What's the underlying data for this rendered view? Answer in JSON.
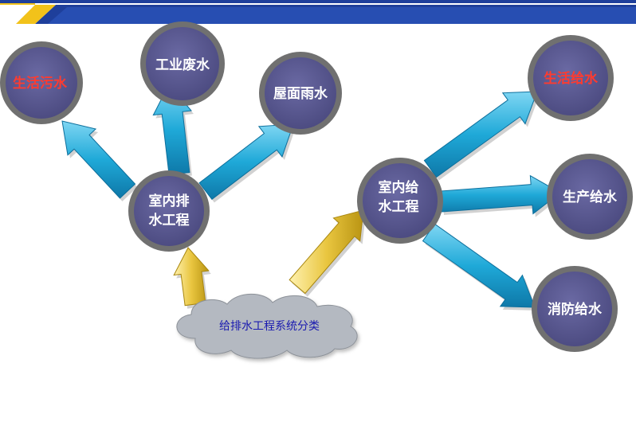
{
  "diagram": {
    "root": {
      "label": "给排水工程系统分类"
    },
    "drainage": {
      "label_lines": [
        "室内排",
        "水工程"
      ],
      "children": [
        {
          "label": "生活污水",
          "highlight": true
        },
        {
          "label": "工业废水",
          "highlight": false
        },
        {
          "label": "屋面雨水",
          "highlight": false
        }
      ]
    },
    "supply": {
      "label_lines": [
        "室内给",
        "水工程"
      ],
      "children": [
        {
          "label": "生活给水",
          "highlight": true
        },
        {
          "label": "生产给水",
          "highlight": false
        },
        {
          "label": "消防给水",
          "highlight": false
        }
      ]
    }
  },
  "colors": {
    "node_fill": "#5b5a91",
    "node_ring": "#707070",
    "text_normal": "#ffffff",
    "text_highlight": "#ff3b2f",
    "blue_arrow": "#1fa9d8",
    "yellow_arrow": "#e9c640",
    "cloud_fill": "#b4b9c1",
    "cloud_text": "#1a1ab0",
    "banner_blue": "#1e3f9b",
    "banner_yellow": "#f2c21a"
  },
  "icons": {
    "node": "circle-node-icon",
    "blue_arrow": "blue-arrow-icon",
    "yellow_arrow": "yellow-arrow-icon",
    "cloud": "cloud-shape-icon"
  }
}
